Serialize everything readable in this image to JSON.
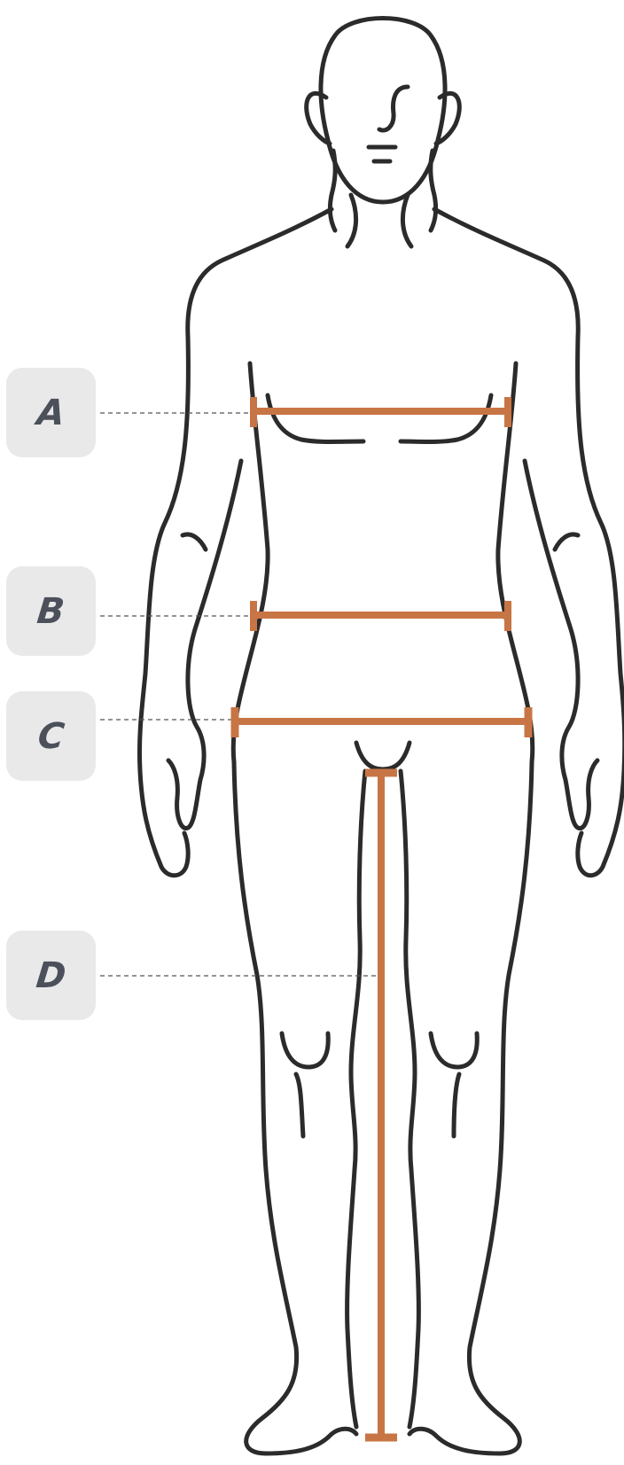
{
  "labels": {
    "a": "A",
    "b": "B",
    "c": "C",
    "d": "D"
  },
  "colors": {
    "outline": "#2b2b2b",
    "measure": "#c87545",
    "badge_bg": "#e9e9ea",
    "badge_text": "#4b505a",
    "leader": "#555555"
  }
}
